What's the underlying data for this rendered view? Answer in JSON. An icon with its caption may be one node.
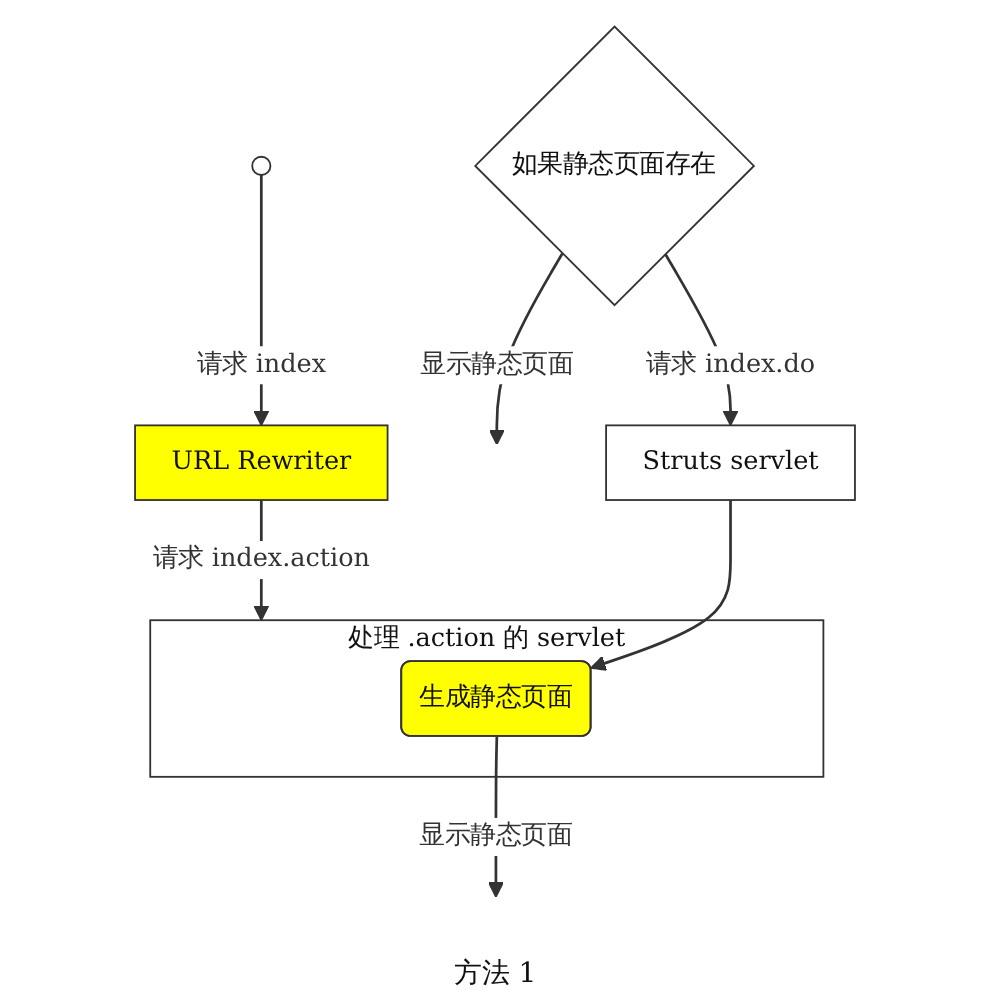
{
  "diagram": {
    "caption": "方法 1",
    "nodes": [
      {
        "text": [],
        "shape": "circle"
      },
      {
        "text": [
          "URL Rewriter"
        ]
      },
      {
        "text": [
          "处理 .action 的 servlet"
        ]
      },
      {
        "text": [
          "如果静态页面存在"
        ]
      },
      {
        "text": [
          "Struts servlet"
        ]
      },
      {
        "text": [
          "生成静态页面"
        ],
        "in": 2
      }
    ],
    "edges": [
      {
        "from": 0,
        "to": 1,
        "arrow": "to",
        "label": "请求 index"
      },
      {
        "from": 1,
        "to": 2,
        "arrow": "to",
        "label": "请求 index.action"
      },
      {
        "from": 3,
        "to": null,
        "arrow": "to",
        "label": "显示静态页面"
      },
      {
        "from": 3,
        "to": 4,
        "arrow": "to",
        "label": "请求 index.do"
      },
      {
        "from": 4,
        "to": 5,
        "arrow": "to"
      },
      {
        "from": 5,
        "to": null,
        "arrow": "to",
        "label": "显示静态页面"
      }
    ]
  }
}
